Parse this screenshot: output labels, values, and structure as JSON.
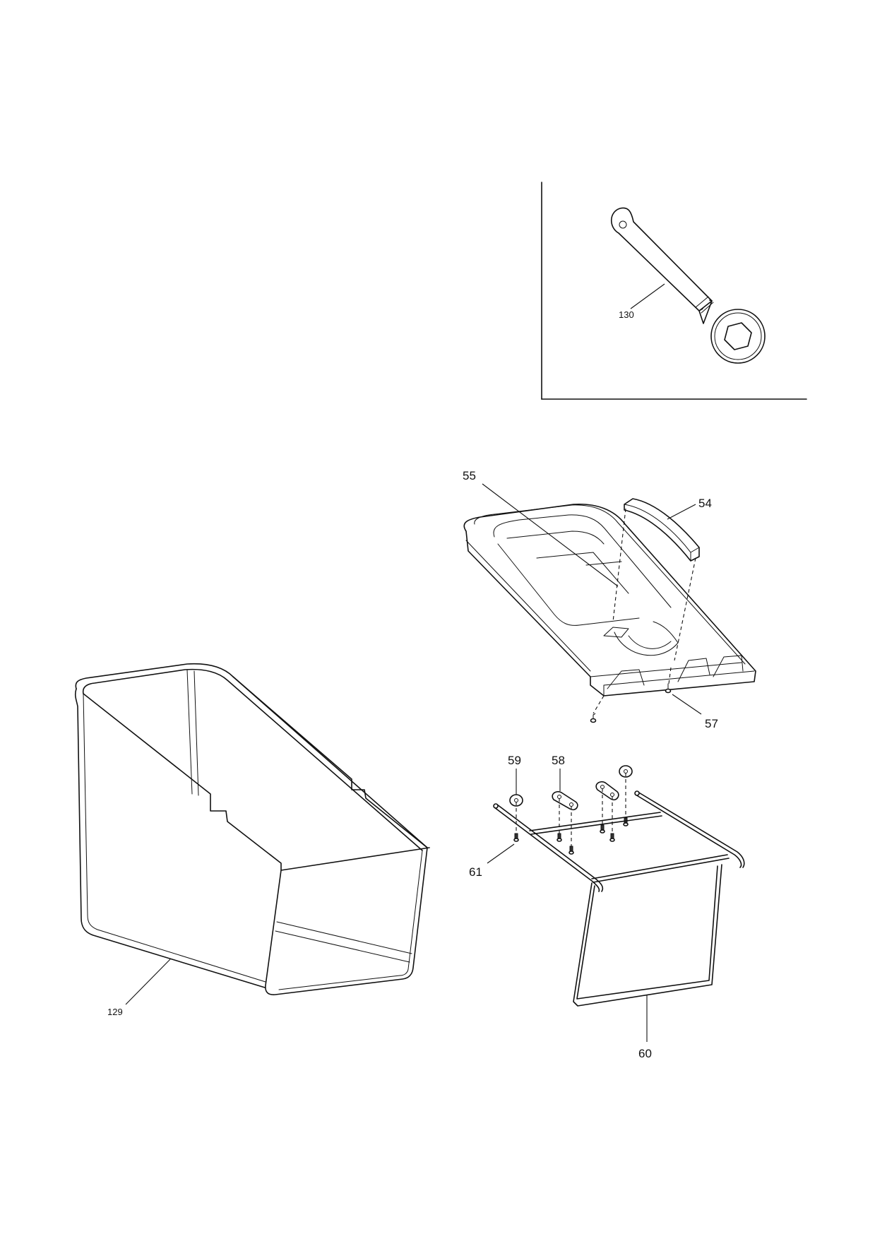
{
  "diagram": {
    "labels": {
      "p130": "130",
      "p55": "55",
      "p54": "54",
      "p57": "57",
      "p59": "59",
      "p58": "58",
      "p61": "61",
      "p129": "129",
      "p60": "60"
    }
  }
}
